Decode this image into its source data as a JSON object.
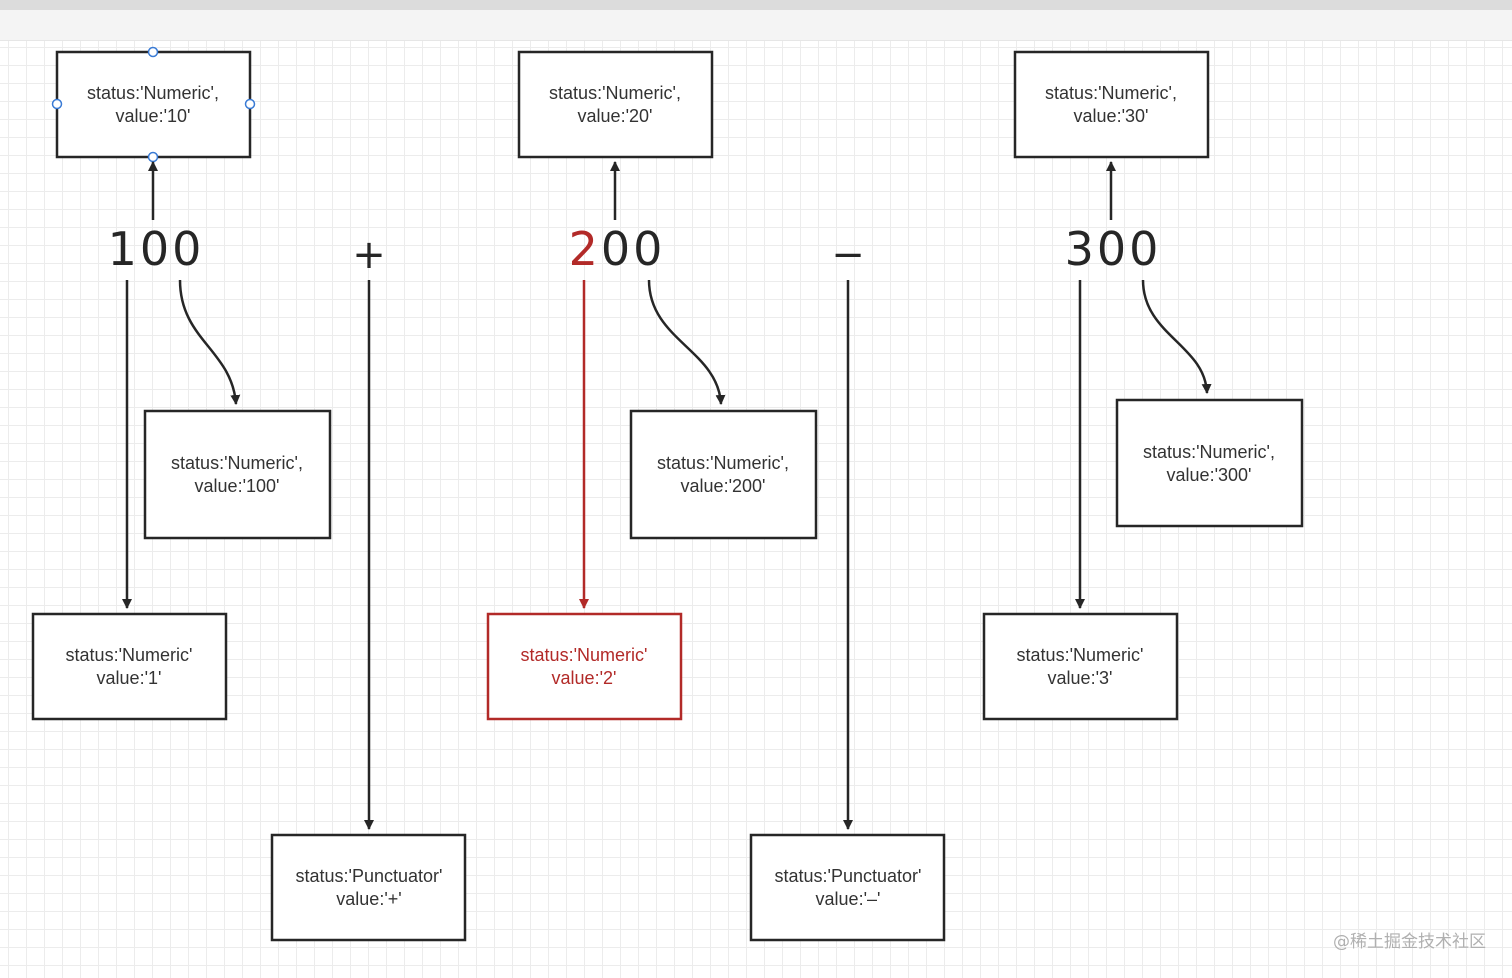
{
  "tokens": {
    "num1": "100",
    "num2_first": "2",
    "num2_rest": "00",
    "num3": "300",
    "plus": "+",
    "minus": "−"
  },
  "nodes": {
    "n10": {
      "line1": "status:'Numeric',",
      "line2": "value:'10'"
    },
    "n100": {
      "line1": "status:'Numeric',",
      "line2": "value:'100'"
    },
    "n1": {
      "line1": "status:'Numeric'",
      "line2": "value:'1'"
    },
    "plus": {
      "line1": "status:'Punctuator'",
      "line2": "value:'+'"
    },
    "n20": {
      "line1": "status:'Numeric',",
      "line2": "value:'20'"
    },
    "n200": {
      "line1": "status:'Numeric',",
      "line2": "value:'200'"
    },
    "n2": {
      "line1": "status:'Numeric'",
      "line2": "value:'2'"
    },
    "minus": {
      "line1": "status:'Punctuator'",
      "line2": "value:'–'"
    },
    "n30": {
      "line1": "status:'Numeric',",
      "line2": "value:'30'"
    },
    "n300": {
      "line1": "status:'Numeric',",
      "line2": "value:'300'"
    },
    "n3": {
      "line1": "status:'Numeric'",
      "line2": "value:'3'"
    }
  },
  "colors": {
    "stroke": "#262626",
    "highlight": "#b22a28",
    "selection": "#3a7bd5"
  },
  "watermark": "@稀土掘金技术社区"
}
